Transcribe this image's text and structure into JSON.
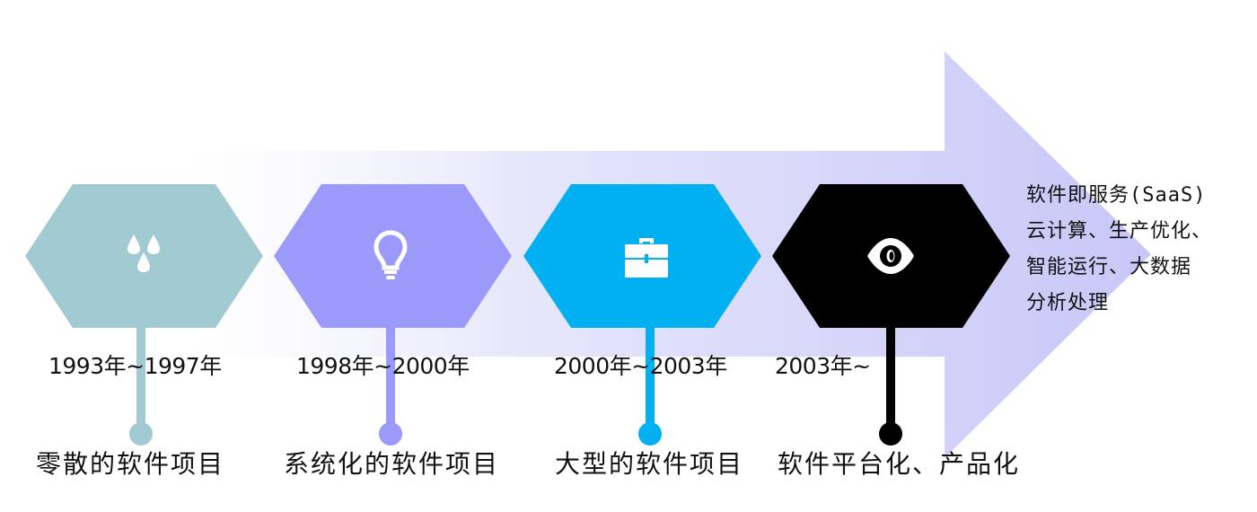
{
  "colors": {
    "arrow_start": "#ffffff",
    "arrow_end": "#c9c8f8",
    "stage1": "#a2cad3",
    "stage2": "#9b9afb",
    "stage3": "#00b0f0",
    "stage4": "#000000"
  },
  "stages": [
    {
      "period": "1993年~1997年",
      "label": "零散的软件项目",
      "icon": "water-drops-icon"
    },
    {
      "period": "1998年~2000年",
      "label": "系统化的软件项目",
      "icon": "lightbulb-icon"
    },
    {
      "period": "2000年~2003年",
      "label": "大型的软件项目",
      "icon": "briefcase-icon"
    },
    {
      "period": "2003年~",
      "label": "软件平台化、产品化",
      "icon": "eye-icon"
    }
  ],
  "description": {
    "lines": [
      "软件即服务(SaaS)",
      "云计算、生产优化、",
      "智能运行、大数据",
      "分析处理"
    ]
  }
}
